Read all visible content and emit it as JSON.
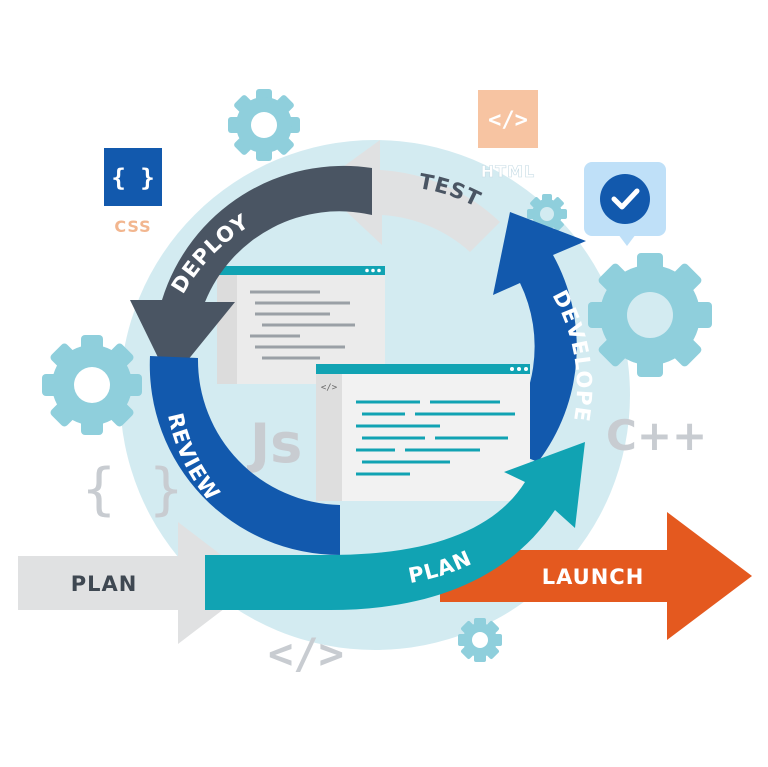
{
  "diagram": {
    "stages": {
      "plan_in": "PLAN",
      "plan_cycle": "PLAN",
      "develope": "DEVELOPE",
      "test": "TEST",
      "deploy": "DEPLOY",
      "review": "REVIEW",
      "launch": "LAUNCH"
    },
    "tech_labels": {
      "css_symbol": "{ }",
      "css": "CSS",
      "html_symbol": "</>",
      "html": "HTML",
      "js": "Js",
      "cpp": "C++",
      "braces": "{ }",
      "code_tag": "</>",
      "editor_tag": "</>"
    },
    "icons": [
      "gear-icon",
      "checkmark-icon",
      "code-window-icon"
    ],
    "colors": {
      "dark_blue": "#1259ad",
      "teal": "#11a3b3",
      "slate": "#4a5563",
      "light_gray": "#e0e1e2",
      "orange": "#e4591f",
      "pale_blue": "#cfe9ef",
      "gear": "#8fcfdc"
    }
  }
}
